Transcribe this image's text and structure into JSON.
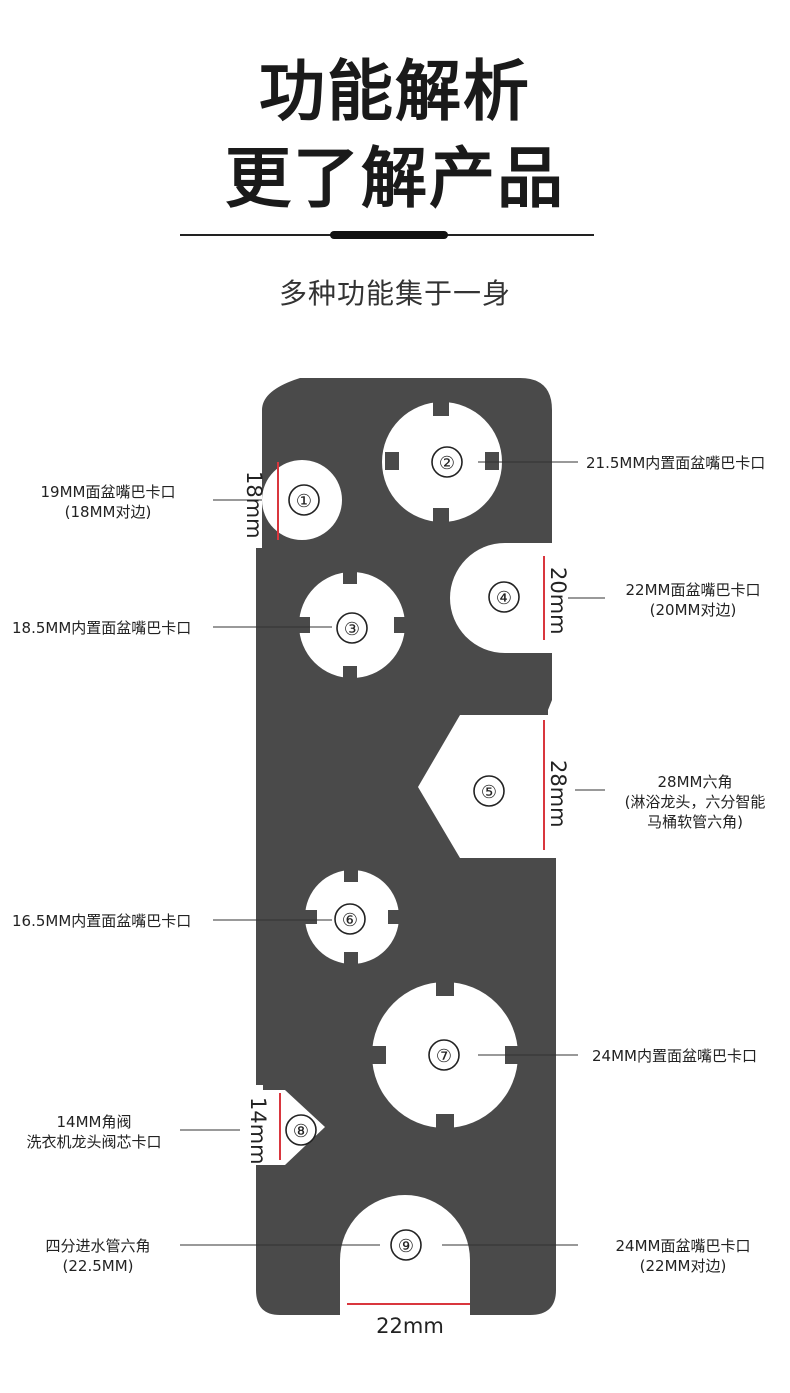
{
  "header": {
    "title_line1": "功能解析",
    "title_line2": "更了解产品",
    "subtitle": "多种功能集于一身"
  },
  "tool_color": "#4a4a4a",
  "accent_red": "#d9363e",
  "markers": [
    "①",
    "②",
    "③",
    "④",
    "⑤",
    "⑥",
    "⑦",
    "⑧",
    "⑨"
  ],
  "labels": {
    "m1_l1": "19MM面盆嘴巴卡口",
    "m1_l2": "(18MM对边)",
    "m2": "21.5MM内置面盆嘴巴卡口",
    "m3": "18.5MM内置面盆嘴巴卡口",
    "m4_l1": "22MM面盆嘴巴卡口",
    "m4_l2": "(20MM对边)",
    "m5_l1": "28MM六角",
    "m5_l2": "(淋浴龙头，六分智能",
    "m5_l3": "马桶软管六角)",
    "m6": "16.5MM内置面盆嘴巴卡口",
    "m7": "24MM内置面盆嘴巴卡口",
    "m8_l1": "14MM角阀",
    "m8_l2": "洗衣机龙头阀芯卡口",
    "m9a_l1": "四分进水管六角",
    "m9a_l2": "(22.5MM)",
    "m9b_l1": "24MM面盆嘴巴卡口",
    "m9b_l2": "(22MM对边)"
  },
  "dimensions": {
    "d18": "18mm",
    "d20": "20mm",
    "d28": "28mm",
    "d14": "14mm",
    "d22": "22mm"
  }
}
